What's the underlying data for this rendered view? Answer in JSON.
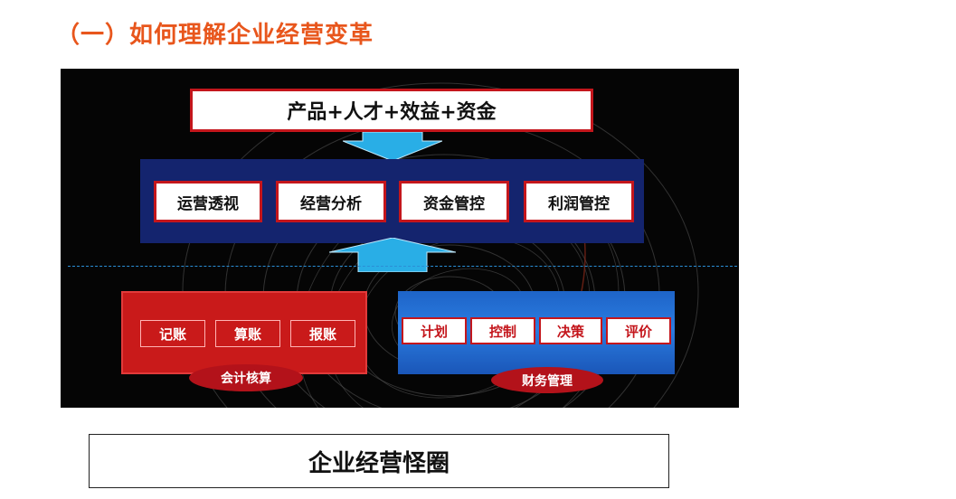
{
  "title": "（一）如何理解企业经营变革",
  "top_box": "产品+人才+效益+资金",
  "management": [
    "运营透视",
    "经营分析",
    "资金管控",
    "利润管控"
  ],
  "accounting": {
    "items": [
      "记账",
      "算账",
      "报账"
    ],
    "label": "会计核算"
  },
  "finance": {
    "items": [
      "计划",
      "控制",
      "决策",
      "评价"
    ],
    "label": "财务管理"
  },
  "caption": "企业经营怪圈",
  "colors": {
    "title": "#e8561c",
    "accent_red": "#c4161c",
    "band_navy": "#14246e",
    "arrow_blue": "#29aee6",
    "finance_blue": "#2b7ce0"
  }
}
